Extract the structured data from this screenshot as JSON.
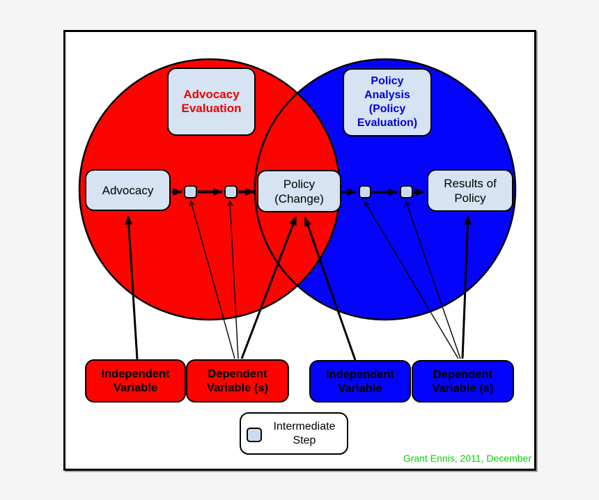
{
  "colors": {
    "red": "#fc0400",
    "blue": "#0504fa",
    "light_blue": "#d5e3f2",
    "marker_blue": "#ccdcf0",
    "red_text": "#ee0000",
    "blue_text": "#0000dd",
    "green": "#00d400"
  },
  "circles": {
    "left_label": "Advocacy\nEvaluation",
    "right_label": "Policy\nAnalysis\n(Policy\nEvaluation)"
  },
  "flow": {
    "advocacy": "Advocacy",
    "policy_change": "Policy\n(Change)",
    "results_of_policy": "Results of\nPolicy"
  },
  "variables": {
    "advocacy_independent": "Independent\nVariable",
    "advocacy_dependent": "Dependent\nVariable (s)",
    "policy_independent": "Independent\nVariable",
    "policy_dependent": "Dependent\nVariable (s)"
  },
  "legend": {
    "intermediate_step": "Intermediate\nStep"
  },
  "credit": "Grant Ennis, 2011, December"
}
